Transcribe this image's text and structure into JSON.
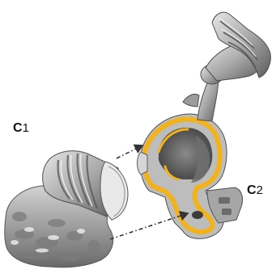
{
  "labels": {
    "c1_letter": "C",
    "c1_number": "1",
    "c2_letter": "C",
    "c2_number": "2"
  },
  "colors": {
    "mesh_light": "#d9d9d9",
    "mesh_mid": "#a8a8a8",
    "mesh_dark": "#5e5e5e",
    "section_highlight": "#f2b21b",
    "background": "#ffffff",
    "arrow": "#333333"
  },
  "icons": {
    "arrow_upper": "dashed-arrow-right",
    "arrow_lower": "dashed-arrow-up-right"
  }
}
